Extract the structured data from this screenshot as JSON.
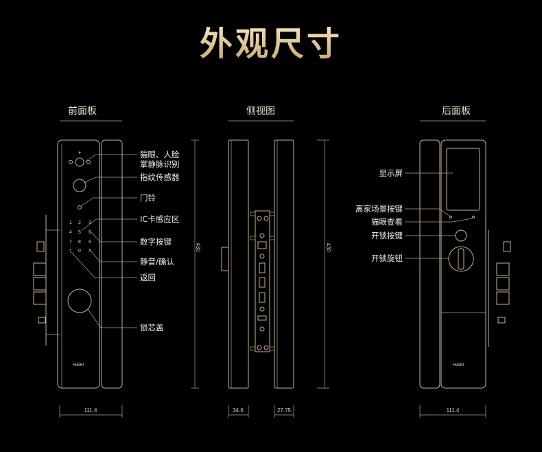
{
  "title": "外观尺寸",
  "sections": {
    "front": "前面板",
    "side": "侧视图",
    "back": "后面板"
  },
  "front_labels": [
    "猫眼、人脸",
    "掌静脉识别",
    "指纹传感器",
    "门铃",
    "IC卡感应区",
    "数字按键",
    "静音/确认",
    "返回",
    "锁芯盖"
  ],
  "keypad": [
    "1",
    "2",
    "3",
    "4",
    "5",
    "6",
    "7",
    "8",
    "9",
    "*",
    "0",
    "#"
  ],
  "brand": "Haier",
  "back_labels": [
    "显示屏",
    "离家场景按键",
    "猫眼查看",
    "开锁按键",
    "开锁旋钮"
  ],
  "dimensions": {
    "height_front": "430",
    "height_side": "430",
    "width_front": "111.4",
    "side_front_depth": "34.6",
    "side_back_depth": "27.75",
    "width_back": "111.4"
  },
  "colors": {
    "line": "#c8b48c",
    "title_gold": "#e6cf9c",
    "background": "#000000"
  }
}
